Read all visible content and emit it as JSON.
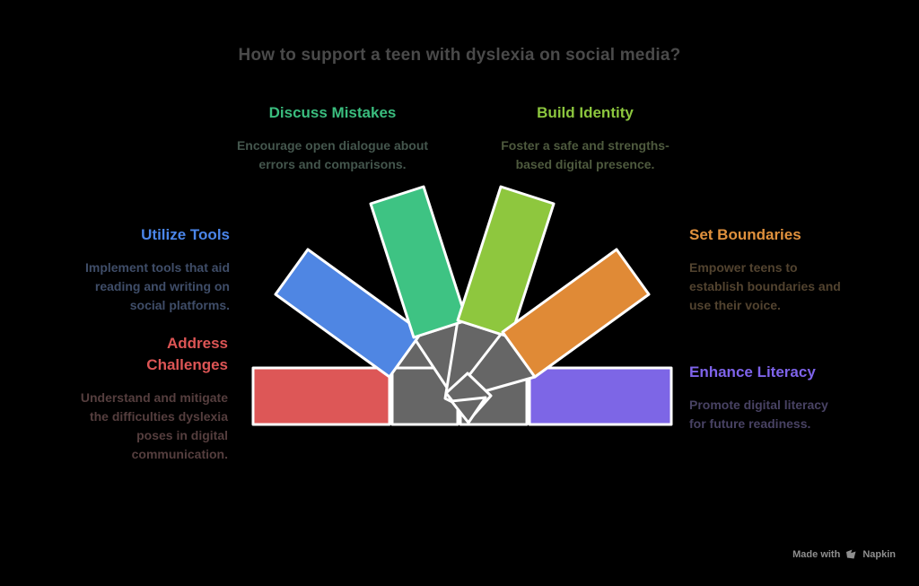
{
  "title": {
    "text": "How to support a teen with dyslexia on social media?",
    "color": "#4a4a4a"
  },
  "colors": {
    "background": "#000000",
    "gray": "#666666",
    "stroke": "#ffffff",
    "red": "#dd5757",
    "blue": "#4f86e3",
    "green": "#3ec383",
    "lime": "#8ec73e",
    "orange": "#e08a36",
    "purple": "#7d66e6"
  },
  "items": [
    {
      "id": "discuss",
      "label": "Discuss Mistakes",
      "color": "#3abd7e",
      "desc": "Encourage open dialogue about\nerrors and comparisons.",
      "desc_color": "#44564d"
    },
    {
      "id": "build",
      "label": "Build Identity",
      "color": "#8cc63e",
      "desc": "Foster a safe and strengths-\nbased digital presence.",
      "desc_color": "#4e5a3e"
    },
    {
      "id": "utilize",
      "label": "Utilize Tools",
      "color": "#4b86ea",
      "desc": "Implement tools that aid\nreading and writing on\nsocial platforms.",
      "desc_color": "#3f4d68"
    },
    {
      "id": "set",
      "label": "Set Boundaries",
      "color": "#e0913d",
      "desc": "Empower teens to\nestablish boundaries and\nuse their voice.",
      "desc_color": "#52432f"
    },
    {
      "id": "address",
      "label": "Address\nChallenges",
      "color": "#dd5555",
      "desc": "Understand and mitigate\nthe difficulties dyslexia\nposes in digital\ncommunication.",
      "desc_color": "#553e3e"
    },
    {
      "id": "enhance",
      "label": "Enhance Literacy",
      "color": "#7e63ea",
      "desc": "Promote digital literacy\nfor future readiness.",
      "desc_color": "#484263"
    }
  ],
  "watermark": {
    "prefix": "Made with",
    "brand": "Napkin",
    "color": "#8e8e8e"
  }
}
